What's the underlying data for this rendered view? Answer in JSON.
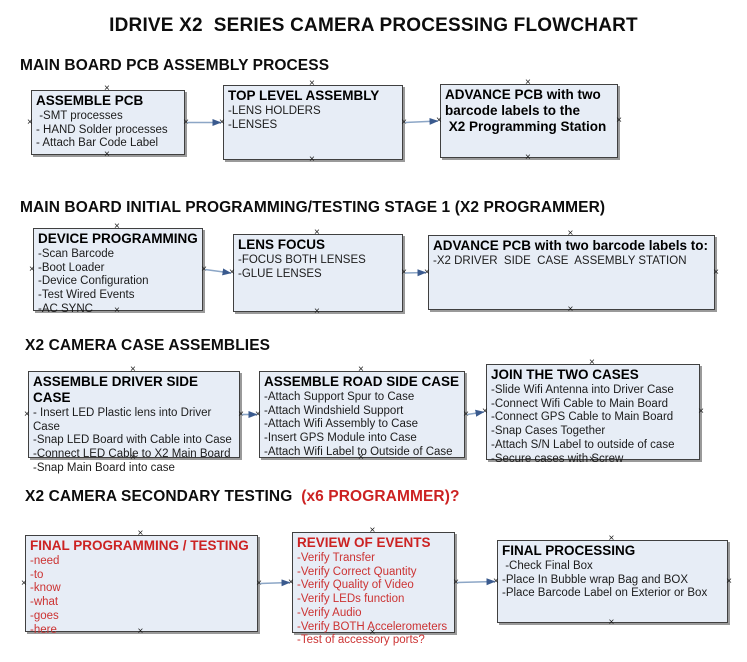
{
  "title": "IDRIVE X2  SERIES CAMERA PROCESSING FLOWCHART",
  "icons": {
    "connection_handle": "×"
  },
  "colors": {
    "box_fill": "#e7edf6",
    "box_border": "#404040",
    "box_shadow": "#9a9a9a",
    "arrow_line": "#8ca6c6",
    "arrow_head": "#3a5a8e",
    "red_heading": "#cc2222",
    "red_item": "#cc3333"
  },
  "sections": [
    {
      "heading": "MAIN BOARD PCB ASSEMBLY PROCESS",
      "heading_red": "",
      "boxes": [
        {
          "title": "ASSEMBLE PCB",
          "items": [
            " -SMT processes",
            "- HAND Solder processes",
            "- Attach Bar Code Label"
          ]
        },
        {
          "title": "TOP LEVEL ASSEMBLY",
          "items": [
            "-LENS HOLDERS",
            "-LENSES"
          ]
        },
        {
          "title": "ADVANCE PCB with two\nbarcode labels to the\n X2 Programming Station",
          "items": []
        }
      ]
    },
    {
      "heading": "MAIN BOARD INITIAL PROGRAMMING/TESTING STAGE 1 (X2 PROGRAMMER)",
      "heading_red": "",
      "boxes": [
        {
          "title": "DEVICE PROGRAMMING",
          "items": [
            "-Scan Barcode",
            "-Boot Loader",
            "-Device Configuration",
            "-Test Wired Events",
            "-AC SYNC"
          ]
        },
        {
          "title": "LENS FOCUS",
          "items": [
            "-FOCUS BOTH LENSES",
            "-GLUE LENSES"
          ]
        },
        {
          "title": "ADVANCE PCB with two barcode labels to:",
          "items": [
            "-X2 DRIVER  SIDE  CASE  ASSEMBLY STATION"
          ]
        }
      ]
    },
    {
      "heading": "X2 CAMERA CASE ASSEMBLIES",
      "heading_red": "",
      "boxes": [
        {
          "title": "ASSEMBLE DRIVER SIDE CASE",
          "items": [
            "- Insert LED Plastic lens into Driver Case",
            "-Snap LED Board with Cable into Case",
            "-Connect LED Cable to X2 Main Board",
            "-Snap Main Board into case"
          ]
        },
        {
          "title": "ASSEMBLE ROAD SIDE CASE",
          "items": [
            "-Attach Support Spur to Case",
            "-Attach Windshield Support",
            "-Attach Wifi Assembly to Case",
            "-Insert GPS Module into Case",
            "-Attach Wifi Label to Outside of Case"
          ]
        },
        {
          "title": "JOIN THE TWO CASES",
          "items": [
            "-Slide Wifi Antenna into Driver Case",
            "-Connect Wifi Cable to Main Board",
            "-Connect GPS Cable to Main Board",
            "-Snap Cases Together",
            "-Attach S/N Label to outside of case",
            "-Secure cases with Screw"
          ]
        }
      ]
    },
    {
      "heading": "X2 CAMERA SECONDARY TESTING ",
      "heading_red": " (x6 PROGRAMMER)?",
      "boxes": [
        {
          "title": "FINAL PROGRAMMING / TESTING",
          "items": [
            "-need",
            "-to",
            "-know",
            "-what",
            "-goes",
            "-here"
          ]
        },
        {
          "title": "REVIEW OF EVENTS",
          "items": [
            "-Verify Transfer",
            "-Verify Correct Quantity",
            "-Verify Quality of Video",
            "-Verify LEDs function",
            "-Verify Audio",
            "-Verify BOTH Accelerometers",
            "-Test of accessory ports?"
          ]
        },
        {
          "title": "FINAL PROCESSING",
          "items": [
            " -Check Final Box",
            "-Place In Bubble wrap Bag and BOX",
            "-Place Barcode Label on Exterior or Box"
          ]
        }
      ]
    }
  ],
  "flow": [
    {
      "from": "box-0-0",
      "to": "box-0-1"
    },
    {
      "from": "box-0-1",
      "to": "box-0-2"
    },
    {
      "from": "box-1-0",
      "to": "box-1-1"
    },
    {
      "from": "box-1-1",
      "to": "box-1-2"
    },
    {
      "from": "box-2-0",
      "to": "box-2-1"
    },
    {
      "from": "box-2-1",
      "to": "box-2-2"
    },
    {
      "from": "box-3-0",
      "to": "box-3-1"
    },
    {
      "from": "box-3-1",
      "to": "box-3-2"
    }
  ]
}
